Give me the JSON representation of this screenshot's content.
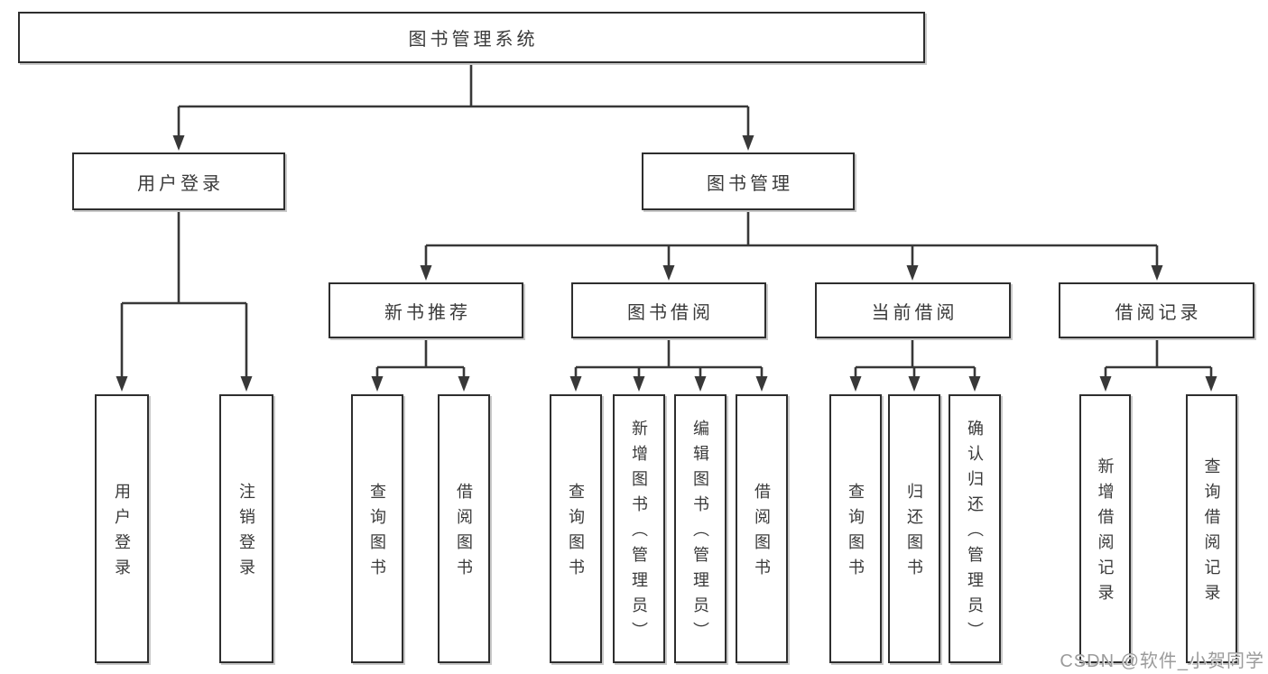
{
  "diagram": {
    "type": "tree",
    "title": "图书管理系统",
    "watermark": "CSDN @软件_小贺同学",
    "colors": {
      "line": "#383838",
      "box_border": "#2e2e2e",
      "box_fill": "#ffffff",
      "text": "#3a3a3a",
      "watermark": "#9b9b9b",
      "background": "#ffffff"
    },
    "nodes": [
      {
        "id": "root",
        "label": "图书管理系统",
        "level": 1,
        "parent": null
      },
      {
        "id": "user-login",
        "label": "用户登录",
        "level": 2,
        "parent": "root"
      },
      {
        "id": "book-mgmt",
        "label": "图书管理",
        "level": 2,
        "parent": "root"
      },
      {
        "id": "new-book-rec",
        "label": "新书推荐",
        "level": 3,
        "parent": "book-mgmt"
      },
      {
        "id": "book-borrow",
        "label": "图书借阅",
        "level": 3,
        "parent": "book-mgmt"
      },
      {
        "id": "current-borrow",
        "label": "当前借阅",
        "level": 3,
        "parent": "book-mgmt"
      },
      {
        "id": "borrow-records",
        "label": "借阅记录",
        "level": 3,
        "parent": "book-mgmt"
      },
      {
        "id": "leaf-user-login",
        "label": "用户登录",
        "level": 4,
        "parent": "user-login"
      },
      {
        "id": "leaf-logout",
        "label": "注销登录",
        "level": 4,
        "parent": "user-login"
      },
      {
        "id": "rec-query-books",
        "label": "查询图书",
        "level": 4,
        "parent": "new-book-rec"
      },
      {
        "id": "rec-borrow-books",
        "label": "借阅图书",
        "level": 4,
        "parent": "new-book-rec"
      },
      {
        "id": "bb-query-books",
        "label": "查询图书",
        "level": 4,
        "parent": "book-borrow"
      },
      {
        "id": "bb-add-books",
        "label": "新增图书（管理员）",
        "level": 4,
        "parent": "book-borrow"
      },
      {
        "id": "bb-edit-books",
        "label": "编辑图书（管理员）",
        "level": 4,
        "parent": "book-borrow"
      },
      {
        "id": "bb-borrow-books",
        "label": "借阅图书",
        "level": 4,
        "parent": "book-borrow"
      },
      {
        "id": "cb-query-books",
        "label": "查询图书",
        "level": 4,
        "parent": "current-borrow"
      },
      {
        "id": "cb-return-books",
        "label": "归还图书",
        "level": 4,
        "parent": "current-borrow"
      },
      {
        "id": "cb-confirm-return",
        "label": "确认归还（管理员）",
        "level": 4,
        "parent": "current-borrow"
      },
      {
        "id": "br-add-record",
        "label": "新增借阅记录",
        "level": 4,
        "parent": "borrow-records"
      },
      {
        "id": "br-query-record",
        "label": "查询借阅记录",
        "level": 4,
        "parent": "borrow-records"
      }
    ]
  }
}
